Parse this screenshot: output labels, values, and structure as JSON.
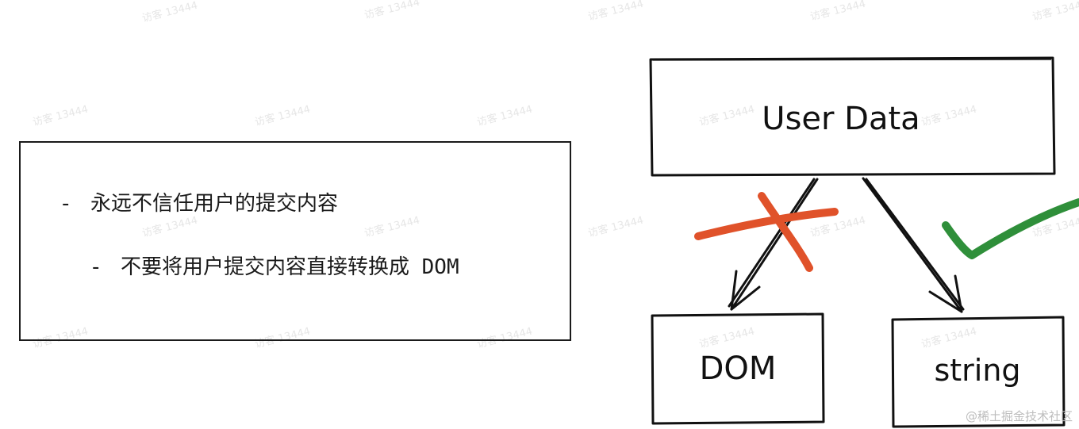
{
  "watermark_text": "访客 13444",
  "notes": {
    "bullet_1": "永远不信任用户的提交内容",
    "bullet_2": "不要将用户提交内容直接转换成 DOM",
    "bullet_marker": "-"
  },
  "diagram": {
    "source_node": "User Data",
    "left_node": "DOM",
    "right_node": "string",
    "reject_mark_color": "#e0522a",
    "accept_mark_color": "#2f8f3a"
  },
  "credit": "@稀土掘金技术社区"
}
